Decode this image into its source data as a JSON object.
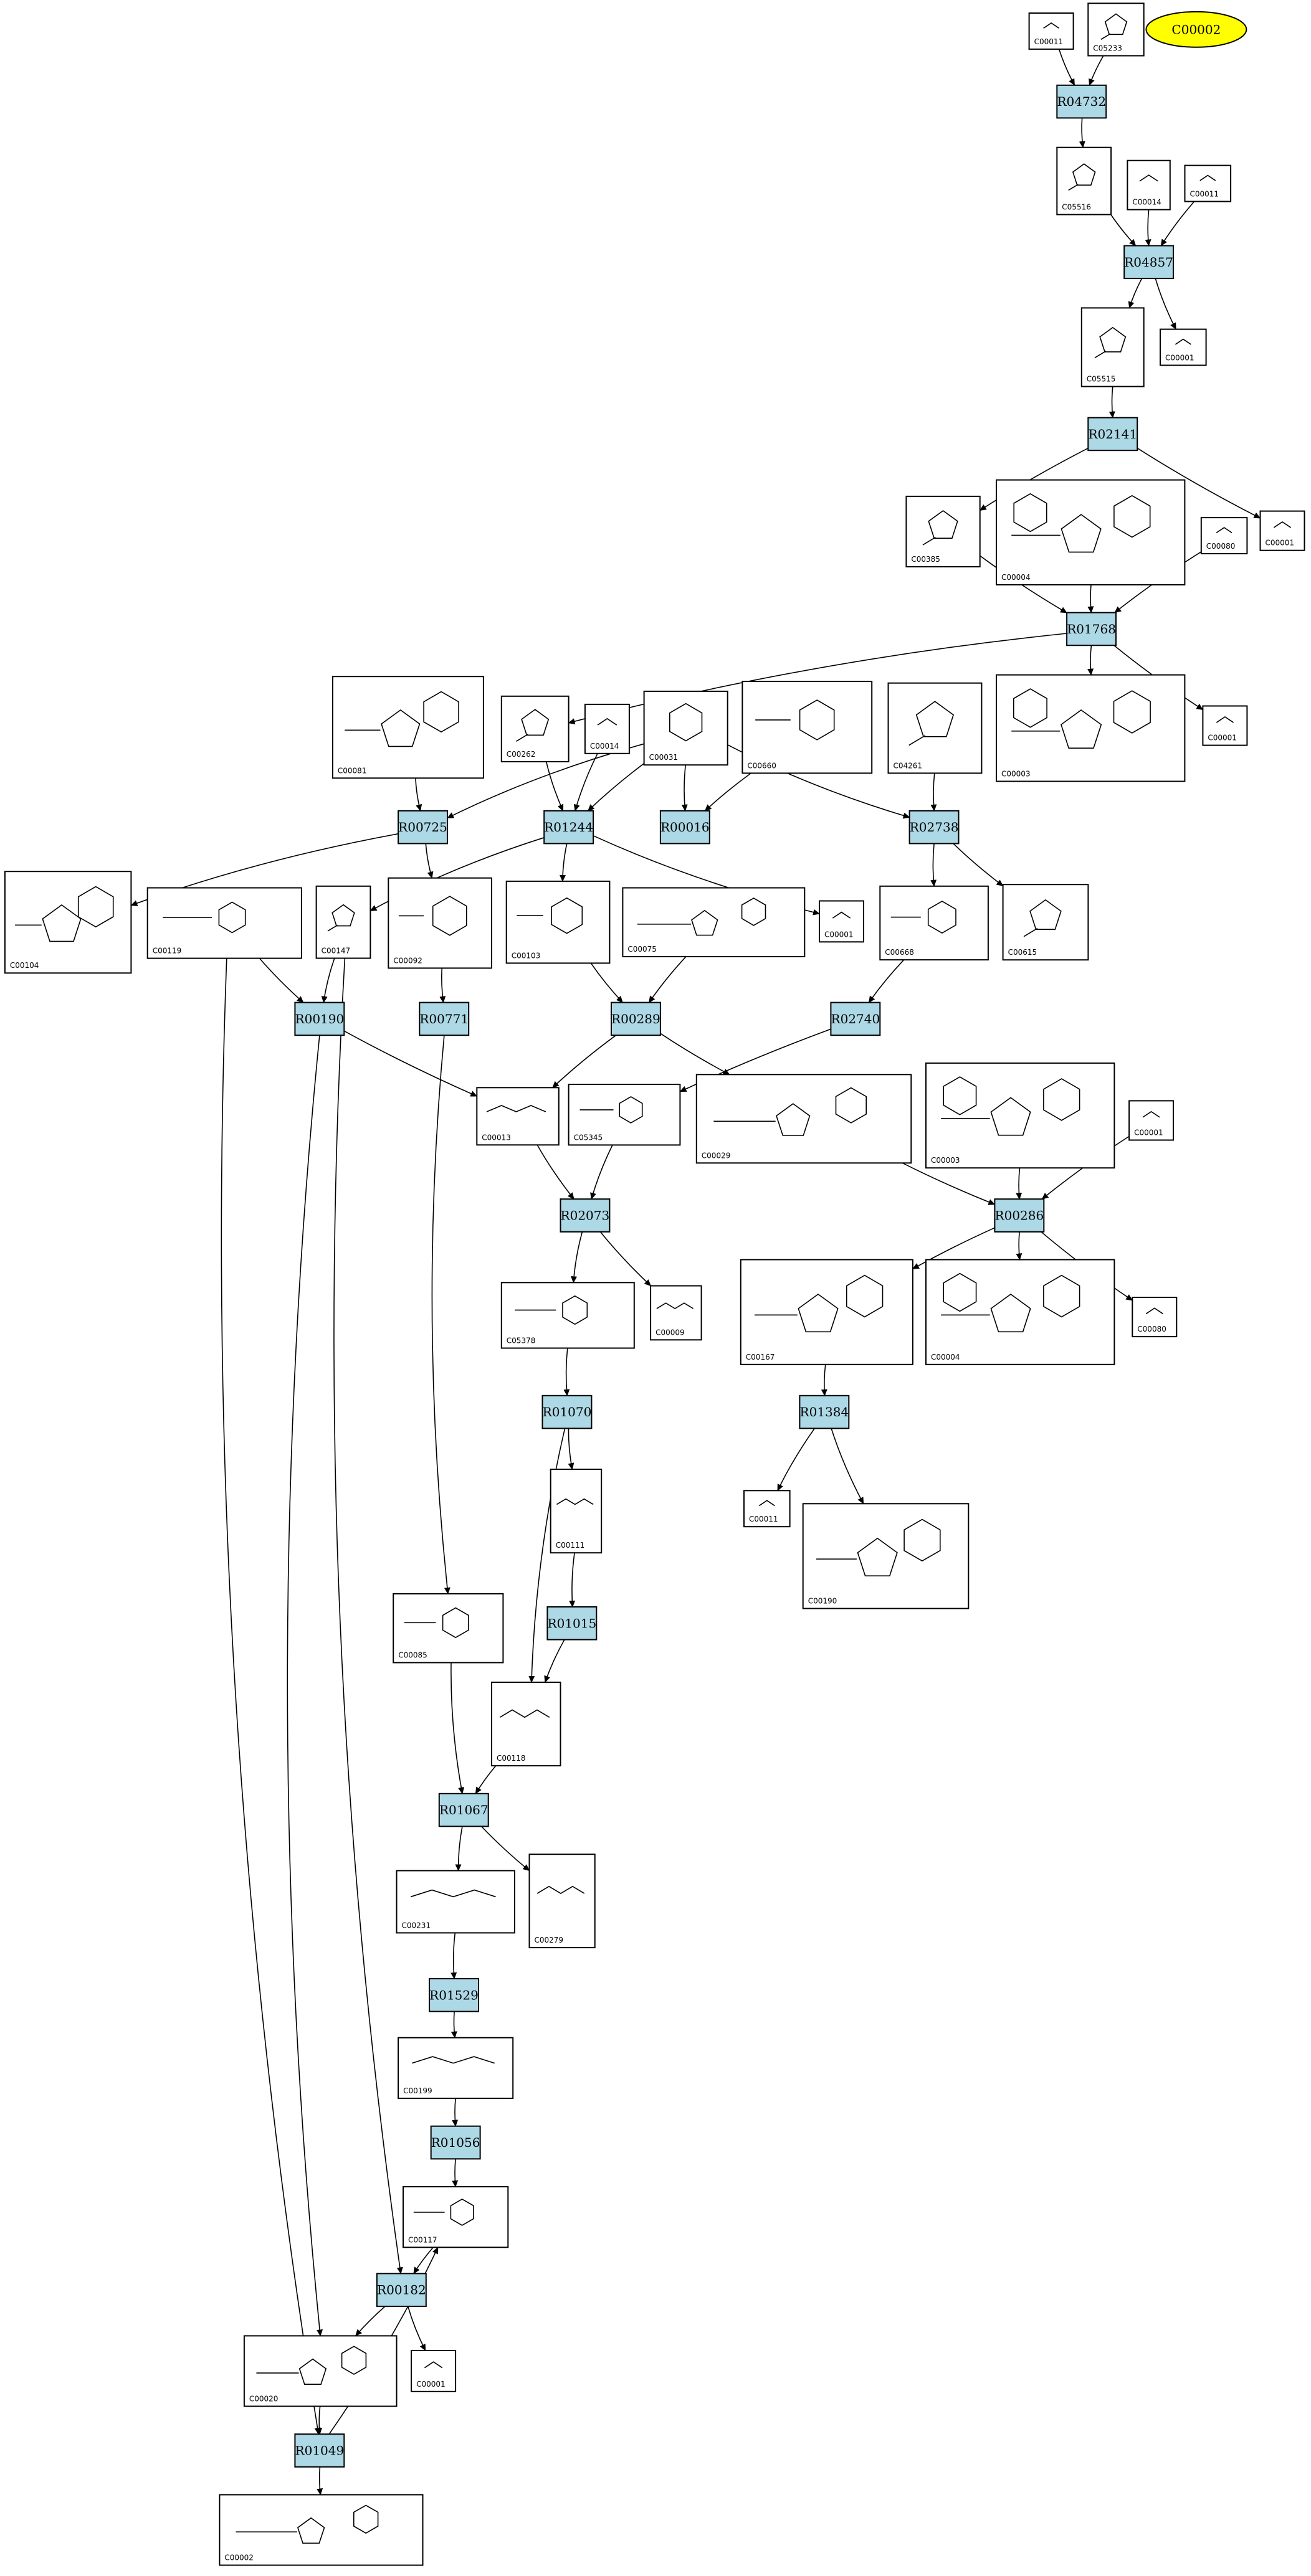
{
  "highlight": {
    "id": "C00002"
  },
  "reactions": [
    {
      "id": "R04732"
    },
    {
      "id": "R04857"
    },
    {
      "id": "R02141"
    },
    {
      "id": "R01768"
    },
    {
      "id": "R00725"
    },
    {
      "id": "R01244"
    },
    {
      "id": "R00016"
    },
    {
      "id": "R02738"
    },
    {
      "id": "R00190"
    },
    {
      "id": "R00771"
    },
    {
      "id": "R00289"
    },
    {
      "id": "R02740"
    },
    {
      "id": "R02073"
    },
    {
      "id": "R00286"
    },
    {
      "id": "R01070"
    },
    {
      "id": "R01384"
    },
    {
      "id": "R01015"
    },
    {
      "id": "R01067"
    },
    {
      "id": "R01529"
    },
    {
      "id": "R01056"
    },
    {
      "id": "R00182"
    },
    {
      "id": "R01049"
    }
  ],
  "compounds": [
    {
      "id": "C00011",
      "kind": "co2"
    },
    {
      "id": "C05233",
      "kind": "ring"
    },
    {
      "id": "C05516",
      "kind": "ring"
    },
    {
      "id": "C00014",
      "kind": "nh3"
    },
    {
      "id": "C00011",
      "kind": "co2"
    },
    {
      "id": "C05515",
      "kind": "ring"
    },
    {
      "id": "C00001",
      "kind": "h2o"
    },
    {
      "id": "C00385",
      "kind": "ring"
    },
    {
      "id": "C00004",
      "kind": "nad"
    },
    {
      "id": "C00080",
      "kind": "proton"
    },
    {
      "id": "C00001",
      "kind": "h2o"
    },
    {
      "id": "C00081",
      "kind": "nucleotide"
    },
    {
      "id": "C00262",
      "kind": "ring"
    },
    {
      "id": "C00014",
      "kind": "nh3"
    },
    {
      "id": "C00031",
      "kind": "sugar"
    },
    {
      "id": "C00660",
      "kind": "sugarp"
    },
    {
      "id": "C04261",
      "kind": "ring"
    },
    {
      "id": "C00003",
      "kind": "nad"
    },
    {
      "id": "C00001",
      "kind": "h2o"
    },
    {
      "id": "C00104",
      "kind": "nucleotide"
    },
    {
      "id": "C00119",
      "kind": "sugarp"
    },
    {
      "id": "C00147",
      "kind": "ring"
    },
    {
      "id": "C00092",
      "kind": "sugarp"
    },
    {
      "id": "C00103",
      "kind": "sugarp"
    },
    {
      "id": "C00075",
      "kind": "nucleotide"
    },
    {
      "id": "C00001",
      "kind": "h2o"
    },
    {
      "id": "C00668",
      "kind": "sugarp"
    },
    {
      "id": "C00615",
      "kind": "ring"
    },
    {
      "id": "C00013",
      "kind": "ppi"
    },
    {
      "id": "C05345",
      "kind": "sugarp"
    },
    {
      "id": "C00029",
      "kind": "nucleotide"
    },
    {
      "id": "C00003",
      "kind": "nad"
    },
    {
      "id": "C00001",
      "kind": "h2o"
    },
    {
      "id": "C05378",
      "kind": "sugarp"
    },
    {
      "id": "C00009",
      "kind": "pi"
    },
    {
      "id": "C00167",
      "kind": "nucleotide"
    },
    {
      "id": "C00004",
      "kind": "nad"
    },
    {
      "id": "C00080",
      "kind": "proton"
    },
    {
      "id": "C00111",
      "kind": "chain"
    },
    {
      "id": "C00011",
      "kind": "co2"
    },
    {
      "id": "C00190",
      "kind": "nucleotide"
    },
    {
      "id": "C00085",
      "kind": "sugarp"
    },
    {
      "id": "C00118",
      "kind": "chain"
    },
    {
      "id": "C00231",
      "kind": "chain"
    },
    {
      "id": "C00279",
      "kind": "chain"
    },
    {
      "id": "C00199",
      "kind": "chain"
    },
    {
      "id": "C00117",
      "kind": "sugarp"
    },
    {
      "id": "C00020",
      "kind": "nucleotide"
    },
    {
      "id": "C00001",
      "kind": "h2o"
    },
    {
      "id": "C00002",
      "kind": "nucleotide"
    }
  ],
  "edges": [
    {
      "from": "C00011a",
      "to": "R04732"
    },
    {
      "from": "C05233",
      "to": "R04732"
    },
    {
      "from": "R04732",
      "to": "C05516"
    },
    {
      "from": "C05516",
      "to": "R04857"
    },
    {
      "from": "C00014a",
      "to": "R04857"
    },
    {
      "from": "C00011b",
      "to": "R04857"
    },
    {
      "from": "R04857",
      "to": "C05515"
    },
    {
      "from": "R04857",
      "to": "C00001a"
    },
    {
      "from": "C05515",
      "to": "R02141"
    },
    {
      "from": "R02141",
      "to": "C00385"
    },
    {
      "from": "R02141",
      "to": "C00001b"
    },
    {
      "from": "C00385",
      "to": "R01768"
    },
    {
      "from": "C00004a",
      "to": "R01768"
    },
    {
      "from": "C00080a",
      "to": "R01768"
    },
    {
      "from": "R01768",
      "to": "C00262"
    },
    {
      "from": "R01768",
      "to": "C00003a"
    },
    {
      "from": "R01768",
      "to": "C00001c"
    },
    {
      "from": "C00081",
      "to": "R00725"
    },
    {
      "from": "C00031",
      "to": "R00725"
    },
    {
      "from": "R00725",
      "to": "C00104"
    },
    {
      "from": "R00725",
      "to": "C00092"
    },
    {
      "from": "C00262",
      "to": "R01244"
    },
    {
      "from": "C00014b",
      "to": "R01244"
    },
    {
      "from": "C00031",
      "to": "R01244"
    },
    {
      "from": "R01244",
      "to": "C00147"
    },
    {
      "from": "R01244",
      "to": "C00103"
    },
    {
      "from": "R01244",
      "to": "C00001d"
    },
    {
      "from": "C00031",
      "to": "R00016"
    },
    {
      "from": "C00660",
      "to": "R00016"
    },
    {
      "from": "C00031",
      "to": "R02738"
    },
    {
      "from": "C04261",
      "to": "R02738"
    },
    {
      "from": "R02738",
      "to": "C00668"
    },
    {
      "from": "R02738",
      "to": "C00615"
    },
    {
      "from": "C00119",
      "to": "R00190"
    },
    {
      "from": "C00147",
      "to": "R00190"
    },
    {
      "from": "R00190",
      "to": "C00013"
    },
    {
      "from": "R00190",
      "to": "C00020"
    },
    {
      "from": "C00092",
      "to": "R00771"
    },
    {
      "from": "R00771",
      "to": "C00085"
    },
    {
      "from": "C00103",
      "to": "R00289"
    },
    {
      "from": "C00075",
      "to": "R00289"
    },
    {
      "from": "R00289",
      "to": "C00013"
    },
    {
      "from": "R00289",
      "to": "C00029"
    },
    {
      "from": "C00668",
      "to": "R02740"
    },
    {
      "from": "R02740",
      "to": "C05345"
    },
    {
      "from": "C00013",
      "to": "R02073"
    },
    {
      "from": "C05345",
      "to": "R02073"
    },
    {
      "from": "R02073",
      "to": "C05378"
    },
    {
      "from": "R02073",
      "to": "C00009"
    },
    {
      "from": "C00029",
      "to": "R00286"
    },
    {
      "from": "C00003b",
      "to": "R00286"
    },
    {
      "from": "C00001e",
      "to": "R00286"
    },
    {
      "from": "R00286",
      "to": "C00167"
    },
    {
      "from": "R00286",
      "to": "C00004b"
    },
    {
      "from": "R00286",
      "to": "C00080b"
    },
    {
      "from": "C05378",
      "to": "R01070"
    },
    {
      "from": "R01070",
      "to": "C00111"
    },
    {
      "from": "R01070",
      "to": "C00118"
    },
    {
      "from": "C00167",
      "to": "R01384"
    },
    {
      "from": "R01384",
      "to": "C00011c"
    },
    {
      "from": "R01384",
      "to": "C00190"
    },
    {
      "from": "C00111",
      "to": "R01015"
    },
    {
      "from": "R01015",
      "to": "C00118"
    },
    {
      "from": "C00085",
      "to": "R01067"
    },
    {
      "from": "C00118",
      "to": "R01067"
    },
    {
      "from": "R01067",
      "to": "C00231"
    },
    {
      "from": "R01067",
      "to": "C00279"
    },
    {
      "from": "C00231",
      "to": "R01529"
    },
    {
      "from": "R01529",
      "to": "C00199"
    },
    {
      "from": "C00199",
      "to": "R01056"
    },
    {
      "from": "R01056",
      "to": "C00117"
    },
    {
      "from": "C00117",
      "to": "R00182"
    },
    {
      "from": "C00147",
      "to": "R00182"
    },
    {
      "from": "R00182",
      "to": "C00020"
    },
    {
      "from": "R00182",
      "to": "C00001f"
    },
    {
      "from": "C00020",
      "to": "R01049"
    },
    {
      "from": "C00119",
      "to": "R01049"
    },
    {
      "from": "R01049",
      "to": "C00117"
    },
    {
      "from": "R01049",
      "to": "C00002"
    }
  ]
}
